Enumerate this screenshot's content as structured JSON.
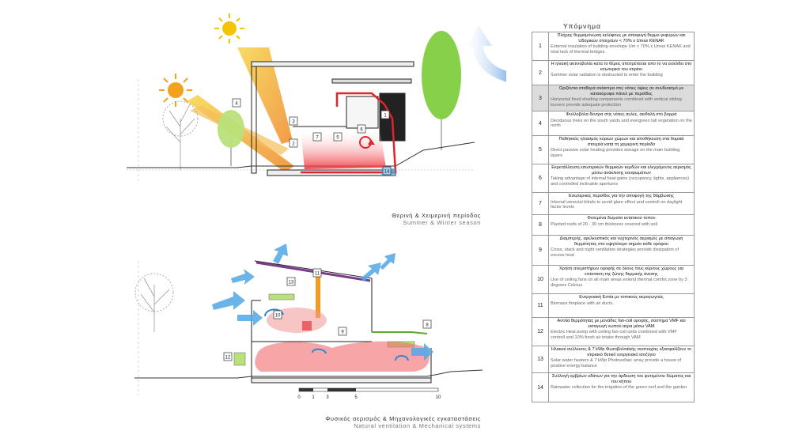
{
  "legend": {
    "title": "Υπόμνημα",
    "rows": [
      {
        "num": "1",
        "greek": "Πλήρης θερμομόνωση κελύφους με αποφυγή θερμο-γεφυρών και Uδομικών στοιχείων < 70% x Umax ΚΕΝΑΚ",
        "english": "External insulation of building envelope Um < 70% x Umax KENAK and total lack of thermal bridges"
      },
      {
        "num": "2",
        "greek": "Η ηλιακή ακτινοβολία κατα το θέρος αποτρέπεται απο το να εισέλθει στο εσωτερικό του κτιρίου",
        "english": "Summer solar radiation is obstructed to enter the building"
      },
      {
        "num": "3",
        "greek": "Οριζόντια σταθερά σκίαστρα στις νότιες όψεις σε συνδυασμό με κατακόρυφα πάνελ με περσίδες",
        "english": "Horizontal fixed shading components combined with vertical sliding louvers provide adequate protection"
      },
      {
        "num": "4",
        "greek": "Φυλλοβόλα δέντρα στις νότιες αυλές, αειθαλή στο βορρά",
        "english": "Deciduous trees on the south yards and evergreen tall vegetation on the north"
      },
      {
        "num": "5",
        "greek": "Παθητικός ηλιασμός κύριων χώρων και αποθήκευση στα δομικά στοιχεία κατα τη χειμερινή περίοδο",
        "english": "Direct passive solar heating provides storage on the main building layers"
      },
      {
        "num": "6",
        "greek": "Εκμετάλλευση εσωτερικών θερμικών κερδών και ελεγχόμενος αερισμός μέσω ανάκλισης κουφωμάτων",
        "english": "Taking advantage of internal heat gains (occupancy, lights, appliances) and controlled inclinable apertures"
      },
      {
        "num": "7",
        "greek": "Εσωτερικές περσίδες για την αποφυγή της θάμβωσης",
        "english": "Internal venecial blinds to avoid glare effect and controll on daylight factor levels"
      },
      {
        "num": "8",
        "greek": "Φυτεμένα δώματα εκτατικού τύπου",
        "english": "Planted roofs of 20 - 30 cm thickness covered with soil"
      },
      {
        "num": "9",
        "greek": "Διαμπερής, εφελκυστικός και νυχτερινός αερισμός με απαγωγή θερμότητας στο υψηλότερο σημείο κάθε ορόφου",
        "english": "Cross, stack and night ventilation strategies provide dissipation of excess heat"
      },
      {
        "num": "10",
        "greek": "Χρήση ανεμιστήρων οροφής σε όλους τους κύριους χώρους για επέκταση της ζώνης θερμικής άνεσης",
        "english": "Use of ceiling fans on all main areas extend thermal comfot zone by 3 degrees Celcius"
      },
      {
        "num": "11",
        "greek": "Ενεργειακή Εστία με τοπικούς αεραγωγούς",
        "english": "Biomass fireplace with air ducts."
      },
      {
        "num": "12",
        "greek": "Αντλία θερμότητας με μονάδες fan-coil οροφής, σύστημα VMF και εισαγωγή νωπού αέρα μέσω VAM",
        "english": "Electric Heat pump with ceiling fan-coil units combined with VMF controll and 10% fresh air intake through VAM"
      },
      {
        "num": "13",
        "greek": "Ηλιακοί συλλέκτες & 7 kWp Φωτοβολταϊκής συστοιχίας εξασφαλίζουν το κτιριακό θετικό ενεργειακό ισοζύγιο",
        "english": "Solar water heaters  & 7 kWp Photovoltaic array provide a house of positive energy balance"
      },
      {
        "num": "14",
        "greek": "Συλλογή ομβρίων υδάτων για την άρδευση του φυτεμένου δώματος και του κήπου",
        "english": "Rainwater collection for the irrigation of the green roof and the garden"
      }
    ]
  },
  "top_caption": {
    "greek": "Θερινή & Χειμερινή περίοδος",
    "english": "Summer & Winter season"
  },
  "bottom_caption": {
    "greek": "Φυσικός αερισμός & Μηχανολογικές εγκαταστάσεις",
    "english": "Natural ventilation & Mechanical systems"
  },
  "top_markers": [
    "1",
    "2",
    "3",
    "4",
    "5",
    "6",
    "7",
    "14"
  ],
  "bottom_markers": [
    "8",
    "9",
    "10",
    "11",
    "12",
    "13"
  ],
  "scale_bar": [
    "0",
    "1",
    "3",
    "5",
    "10"
  ],
  "colors": {
    "sun": "#f5c400",
    "warm_arrow": "#f0a040",
    "cold_air": "#2e86d6",
    "heat_zone": "#e8333a",
    "tree_green": "#8ccf3c",
    "pv": "#7b3a8c"
  }
}
